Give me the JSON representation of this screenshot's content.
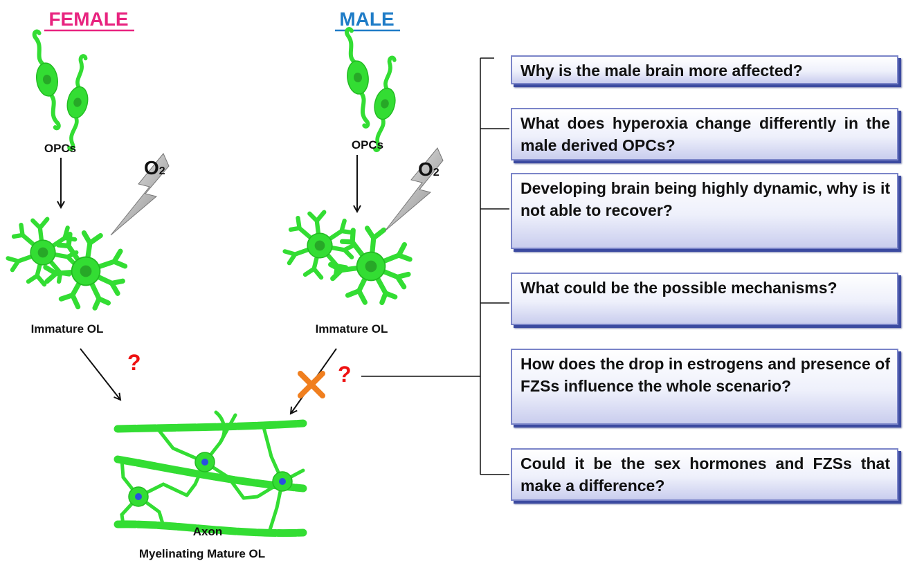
{
  "headers": {
    "female": "FEMALE",
    "male": "MALE"
  },
  "left_panel": {
    "opc_label": "OPCs",
    "immature_label": "Immature OL",
    "oxygen_label": "O",
    "oxygen_sub": "2",
    "question_mark": "?"
  },
  "right_panel": {
    "opc_label": "OPCs",
    "immature_label": "Immature OL",
    "oxygen_label": "O",
    "oxygen_sub": "2",
    "question_mark": "?"
  },
  "bottom": {
    "axon_label": "Axon",
    "mature_label": "Myelinating Mature OL"
  },
  "questions": [
    "Why is the male brain more affected?",
    "What does hyperoxia change differently in the male derived OPCs?",
    "Developing brain being highly dynamic, why is it not able to recover?",
    "What could be the possible mechanisms?",
    "How does the drop in estrogens and presence of FZSs influence the whole scenario?",
    "Could it be the sex hormones and FZSs that make a difference?"
  ],
  "colors": {
    "female_header": "#e8237f",
    "male_header": "#1f7cc7",
    "cell_green": "#33dd33",
    "nucleus_green": "#27a827",
    "node_blue": "#2a4fe0",
    "question_red": "#ee1111",
    "cross_orange": "#f07f1f",
    "box_border": "#7a84c8"
  }
}
